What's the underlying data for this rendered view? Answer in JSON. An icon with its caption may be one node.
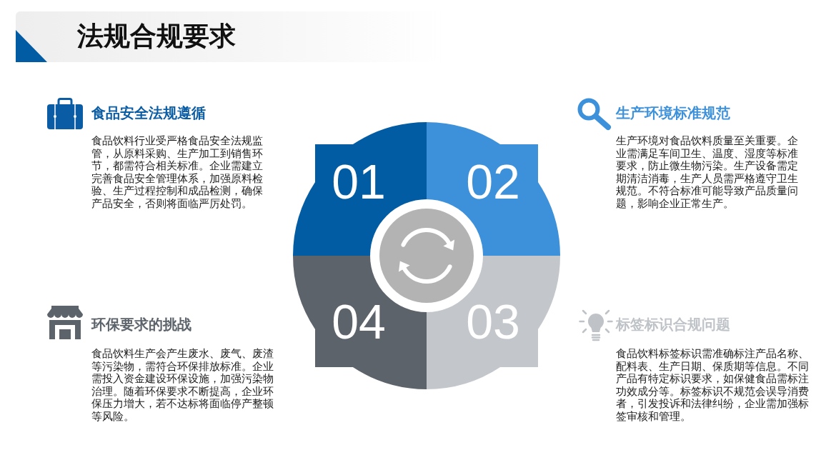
{
  "diagram": {
    "title": "法规合规要求",
    "nodes": [
      {
        "text": [
          "01"
        ]
      },
      {
        "text": [
          "02"
        ]
      },
      {
        "text": [
          "04"
        ]
      },
      {
        "text": [
          "03"
        ]
      }
    ],
    "labels": [
      "食品安全法规遵循",
      "食品饮料行业受严格食品安全法规监管，从原料采购、生产加工到销售环节，都需符合相关标准。企业需建立完善食品安全管理体系，加强原料检验、生产过程控制和成品检测，确保产品安全，否则将面临严厉处罚。",
      "生产环境标准规范",
      "生产环境对食品饮料质量至关重要。企业需满足车间卫生、温度、湿度等标准要求，防止微生物污染。生产设备需定期清洁消毒，生产人员需严格遵守卫生规范。不符合标准可能导致产品质量问题，影响企业正常生产。",
      "环保要求的挑战",
      "食品饮料生产会产生废水、废气、废渣等污染物，需符合环保排放标准。企业需投入资金建设环保设施，加强污染物治理。随着环保要求不断提高，企业环保压力增大，若不达标将面临停产整顿等风险。",
      "标签标识合规问题",
      "食品饮料标签标识需准确标注产品名称、配料表、生产日期、保质期等信息。不同产品有特定标识要求，如保健食品需标注功效成分等。标签标识不规范会误导消费者，引发投诉和法律纠纷，企业需加强标签审核和管理。"
    ]
  }
}
